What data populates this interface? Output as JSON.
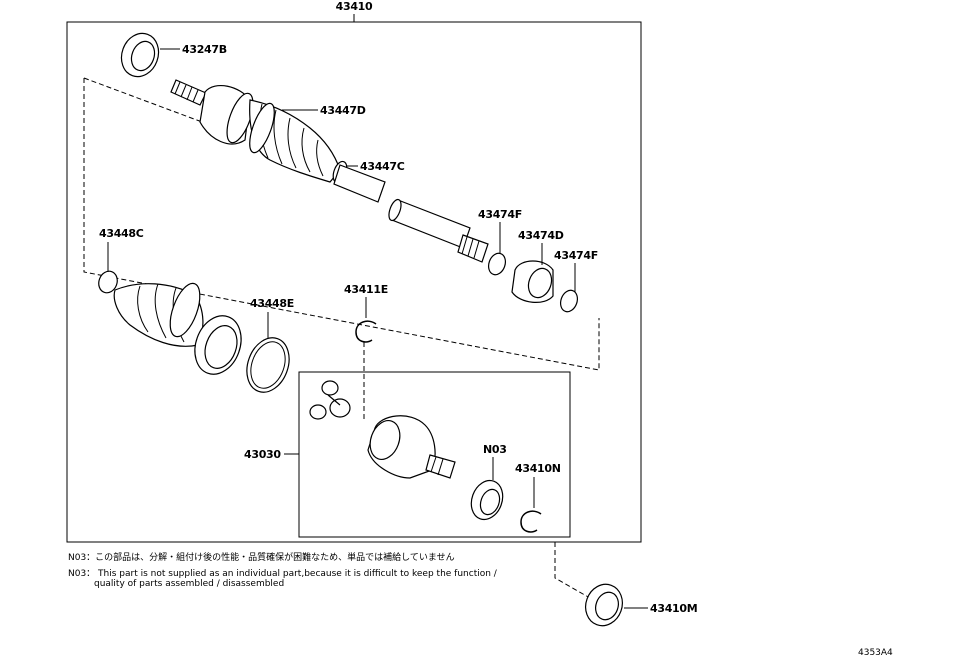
{
  "assembly_label": "43410",
  "parts": {
    "p43247B": "43247B",
    "p43447D": "43447D",
    "p43447C": "43447C",
    "p43448C": "43448C",
    "p43474F_top": "43474F",
    "p43474D": "43474D",
    "p43474F_right": "43474F",
    "p43448E": "43448E",
    "p43411E": "43411E",
    "p43030": "43030",
    "pN03": "N03",
    "p43410N": "43410N",
    "p43410M": "43410M"
  },
  "notes": {
    "jp": "N03：この部品は、分解・組付け後の性能・品質確保が困難なため、単品では補給していません",
    "en_line1": "N03： This part is not supplied as an individual part,because it is difficult to keep the function /",
    "en_line2": "quality of parts assembled / disassembled"
  },
  "diagram_code": "4353A4"
}
